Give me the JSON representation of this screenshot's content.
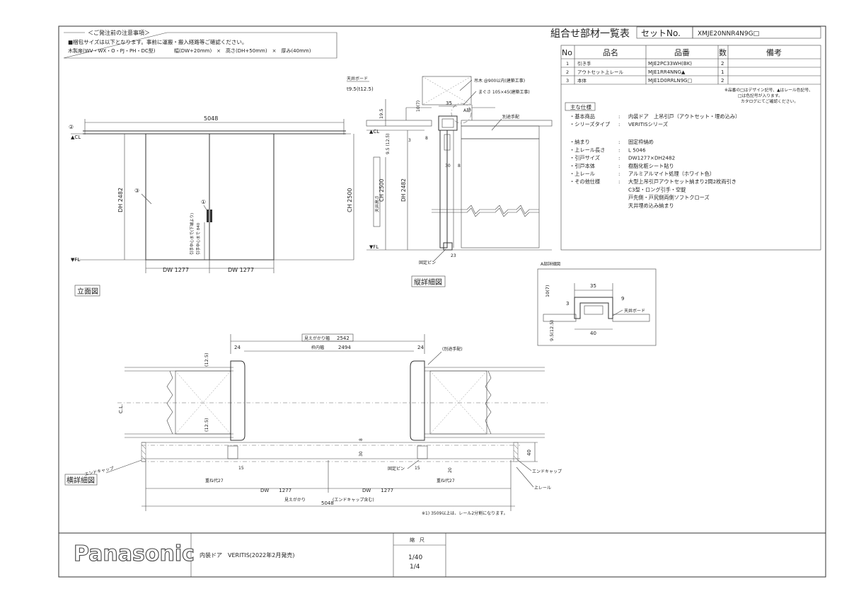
{
  "notes": {
    "title": "＜ご発注前の注意事項＞",
    "line1": "■梱包サイズは以下となります。事前に運搬・搬入経路等ご確認ください。",
    "line2a": "木製扉(WV・WX・O・PJ・PH・DC型)",
    "line2b": "幅(DW+20mm)　×　高さ(DH+50mm)　×　厚み(40mm)"
  },
  "parts_table": {
    "title": "組合せ部材一覧表",
    "set_label": "セットNo.",
    "set_value": "XMJE20NNR4N9G□",
    "headers": [
      "No",
      "品名",
      "品番",
      "数",
      "備考"
    ],
    "rows": [
      {
        "no": "1",
        "name": "引き手",
        "code": "MJE2PC33WH(BK)",
        "qty": "2",
        "note": ""
      },
      {
        "no": "2",
        "name": "アウトセット上レール",
        "code": "MJE1RR4NNG▲",
        "qty": "1",
        "note": ""
      },
      {
        "no": "3",
        "name": "本体",
        "code": "MJE1D0RRLN9G□",
        "qty": "2",
        "note": ""
      }
    ],
    "footnote1": "※品番の□はデザイン記号、▲はレール色記号、",
    "footnote2": "□は色記号が入ります。",
    "footnote3": "カタログにてご確認ください。"
  },
  "spec": {
    "title": "主な仕様",
    "items": [
      {
        "k": "・基本商品",
        "v": "内装ドア　上吊引戸（アウトセット・埋め込み）"
      },
      {
        "k": "・シリーズタイプ",
        "v": "VERITISシリーズ"
      },
      {
        "k": "・納まり",
        "v": "固定枠納め"
      },
      {
        "k": "・上レール長さ",
        "v": "L 5046"
      },
      {
        "k": "・引戸サイズ",
        "v": "DW1277×DH2482"
      },
      {
        "k": "・引戸本体",
        "v": "樹脂化粧シート貼り"
      },
      {
        "k": "・上レール",
        "v": "アルミアルマイト処理（ホワイト色）"
      },
      {
        "k": "・その他仕様",
        "v": "大型上吊引戸アウトセット納まり2間2枚両引き"
      }
    ],
    "extra": [
      "C3型・ロング引手・空錠",
      "戸先側・戸尻側両側ソフトクローズ",
      "天井埋め込み納まり"
    ]
  },
  "elevation": {
    "title": "立面図",
    "width_dim": "5048",
    "dh": "DH 2482",
    "ch": "CH 2500",
    "dw_left": "DW 1277",
    "dw_right": "DW 1277",
    "cl": "▲CL",
    "fl": "▼FL",
    "handle_note1": "引手中心まで(下端より)",
    "handle_note2": "引手中心まで 840",
    "mark1": "①",
    "mark2": "②",
    "mark3": "③"
  },
  "vertical": {
    "title": "縦詳細図",
    "ceiling_board": "天井ボード",
    "t": "t9.5(t12.5)",
    "joist1": "吊木 @900以内(建築工事)",
    "joist2": "まぐさ 105×45(建築工事)",
    "a_part": "A部",
    "bracing": "別途手配",
    "d35": "35",
    "d10": "10(7)",
    "d195": "19.5",
    "d95": "9.5\n(12.5)",
    "d3": "3",
    "d8": "8",
    "d30": "30",
    "d8b": "8",
    "dh": "DH 2482",
    "ch": "CH 2500",
    "ch_note": "天井高さ",
    "fixed_pin": "固定ピン",
    "d23": "23",
    "cl": "▲CL",
    "fl": "▼FL"
  },
  "detail_a": {
    "title": "A部詳細図",
    "d35": "35",
    "d3": "3",
    "d9": "9",
    "d40": "40",
    "d10": "10(7)",
    "d95": "9.5(12.5)",
    "board": "天井ボード"
  },
  "horizontal": {
    "title": "横詳細図",
    "visible_span_label": "見えがかり幅",
    "visible_span": "2542",
    "inner_label": "枠内幅",
    "inner": "2494",
    "d24l": "24",
    "d24r": "24",
    "bracing": "(別途手配)",
    "d125a": "(12.5)",
    "d125b": "(12.5)",
    "cl": "C.L.",
    "d8": "8",
    "d30": "30",
    "d40": "40",
    "d15l": "15",
    "d15r": "15",
    "d20": "20",
    "fixed_pin": "固定ピン",
    "end_cap_l": "エンドキャップ",
    "end_cap_r": "エンドキャップ",
    "rail": "上レール",
    "overlap_l": "重ね代27",
    "overlap_r": "重ね代27",
    "dw_l": "DW　　1277",
    "dw_r": "DW　　1277",
    "total_label": "見えがかり",
    "total": "5048",
    "total_note": "(エンドキャップ含む)",
    "footnote": "※1) 3509以上は、レール2分割になります。"
  },
  "footer": {
    "logo": "Panasonic",
    "product": "内装ドア　VERITIS(2022年2月発売)",
    "scale_label": "縮　尺",
    "scale1": "1/40",
    "scale2": "1/4"
  }
}
